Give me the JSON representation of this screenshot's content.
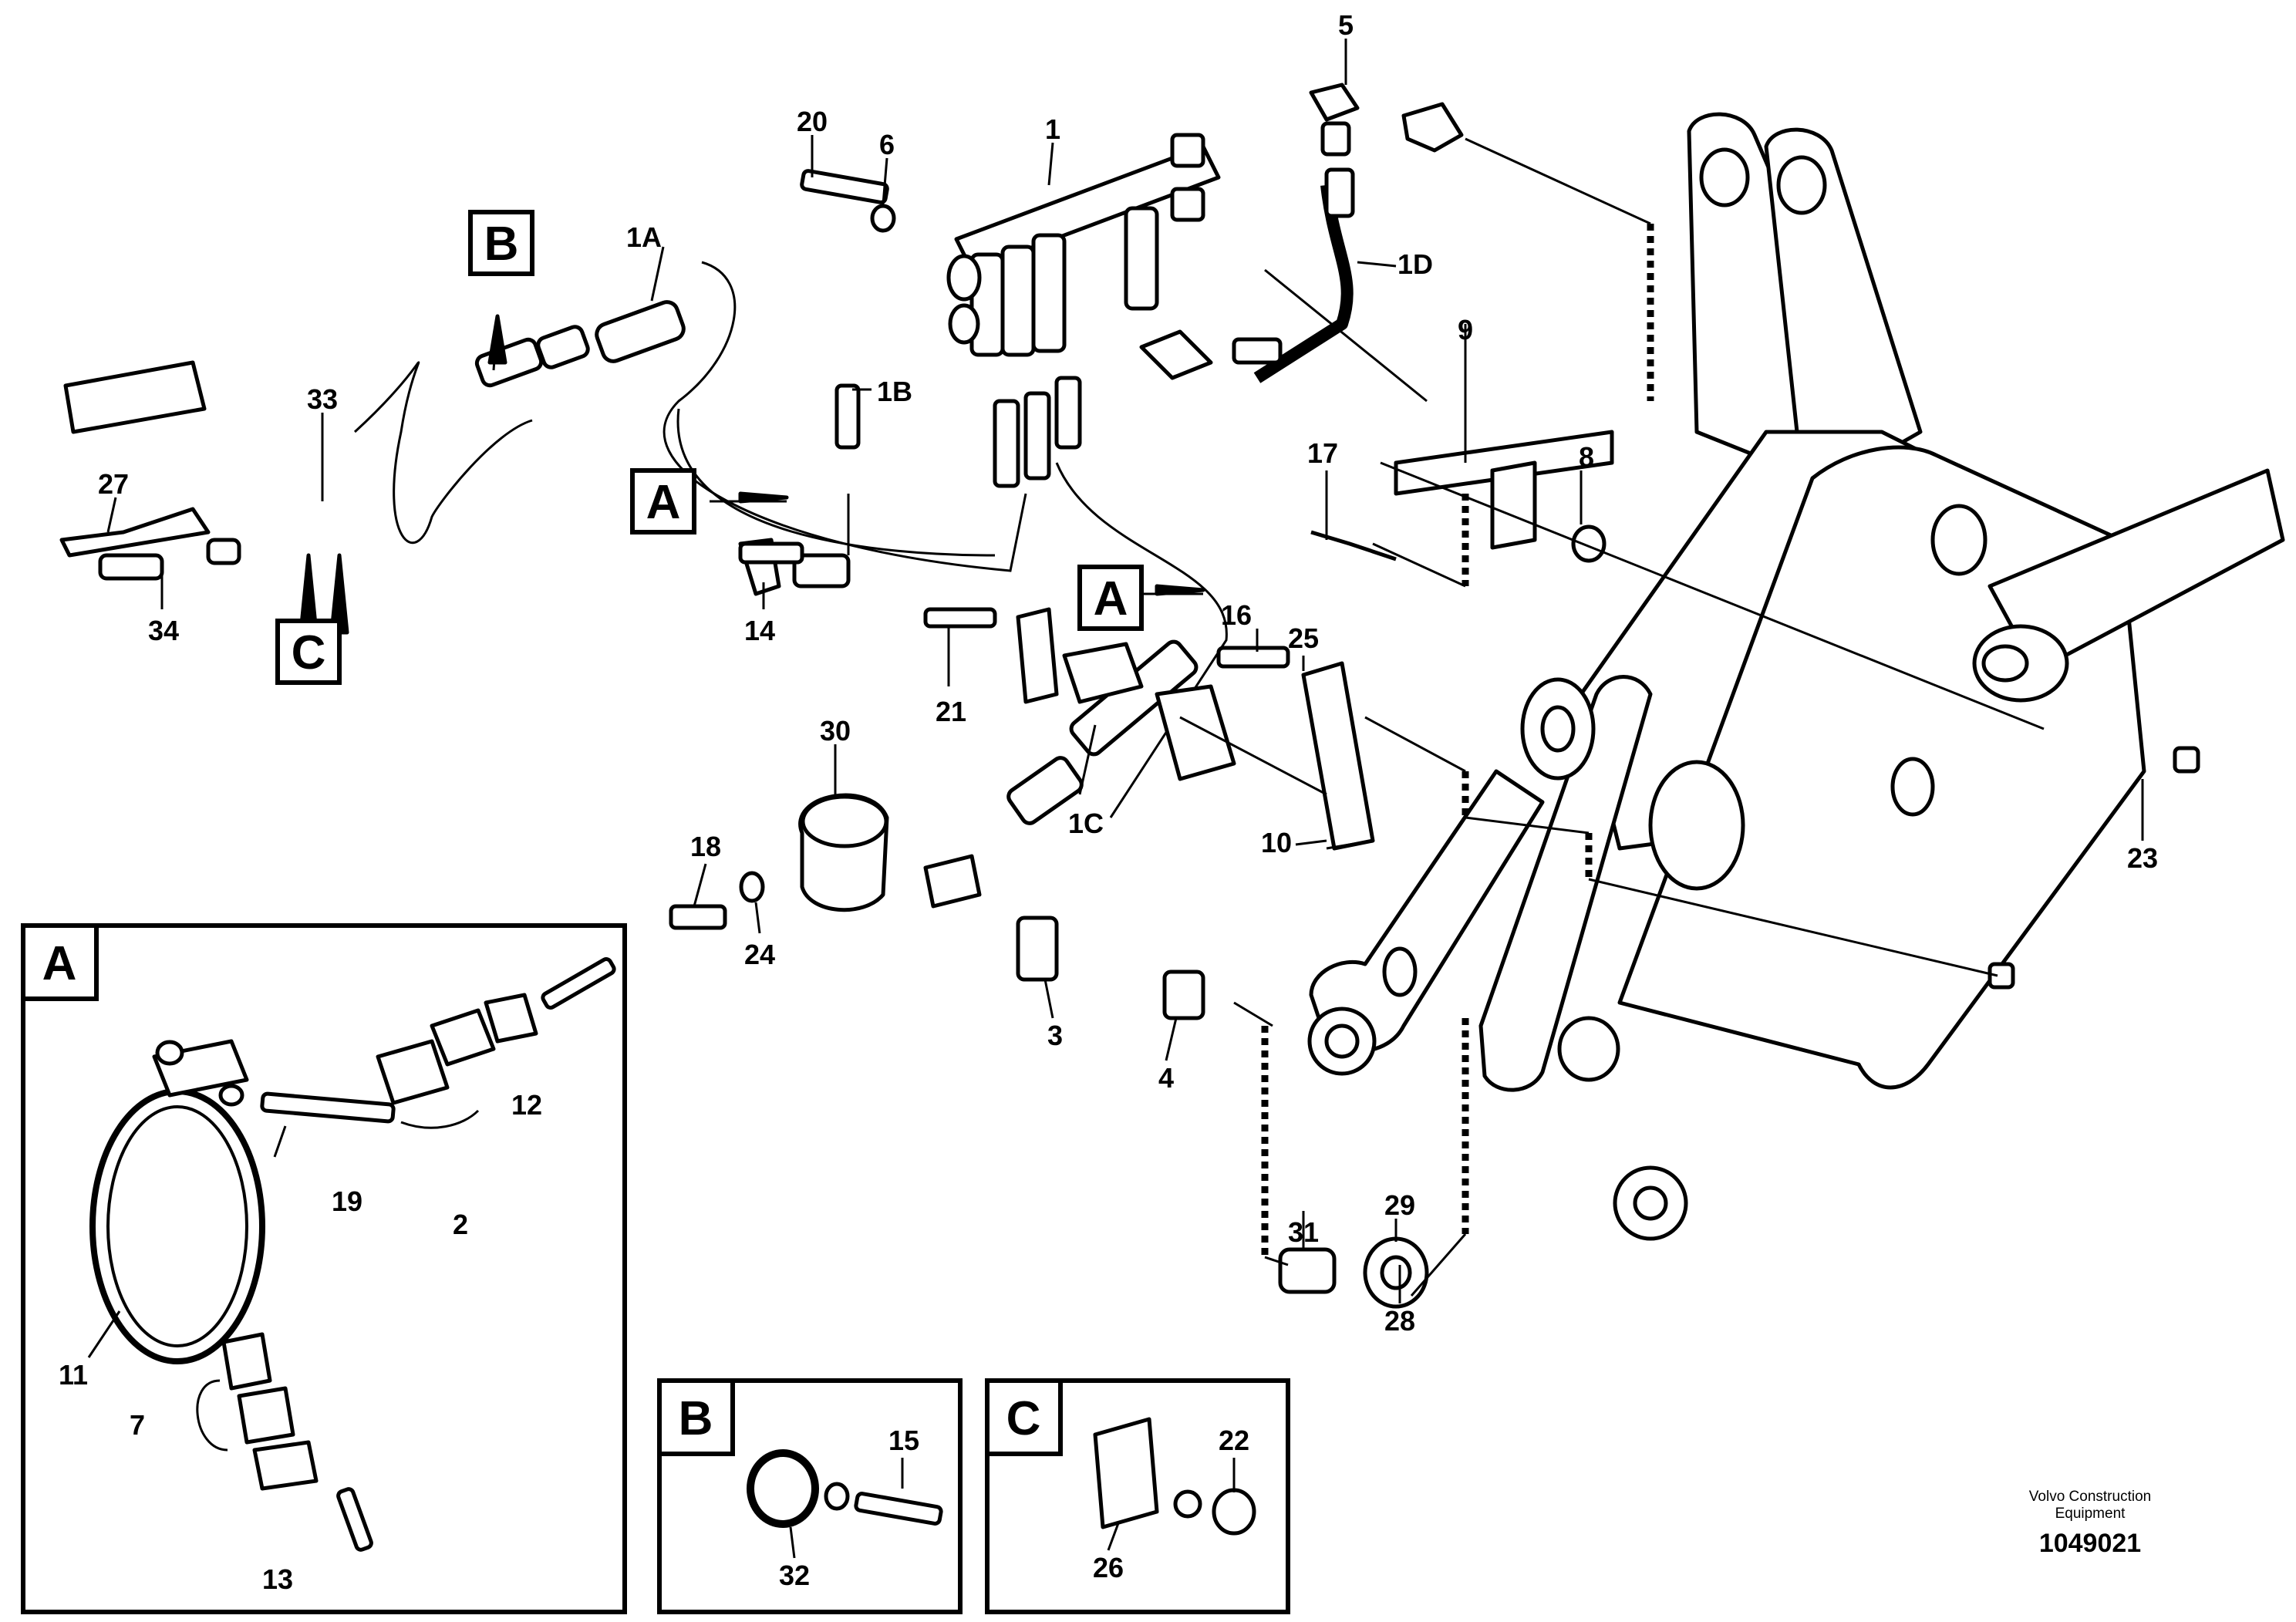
{
  "parts": {
    "p1": "1",
    "p1A": "1A",
    "p1B": "1B",
    "p1C": "1C",
    "p1D": "1D",
    "p2": "2",
    "p3": "3",
    "p4": "4",
    "p5": "5",
    "p6": "6",
    "p7": "7",
    "p8": "8",
    "p9": "9",
    "p10": "10",
    "p11": "11",
    "p12": "12",
    "p13": "13",
    "p14": "14",
    "p15": "15",
    "p16": "16",
    "p17": "17",
    "p18": "18",
    "p19": "19",
    "p20": "20",
    "p21": "21",
    "p22": "22",
    "p23": "23",
    "p24": "24",
    "p25": "25",
    "p26": "26",
    "p27": "27",
    "p28": "28",
    "p29": "29",
    "p30": "30",
    "p31": "31",
    "p32": "32",
    "p33": "33",
    "p34": "34"
  },
  "refs": {
    "A": "A",
    "B": "B",
    "C": "C"
  },
  "footer": {
    "company_line1": "Volvo Construction",
    "company_line2": "Equipment",
    "document_number": "1049021"
  }
}
